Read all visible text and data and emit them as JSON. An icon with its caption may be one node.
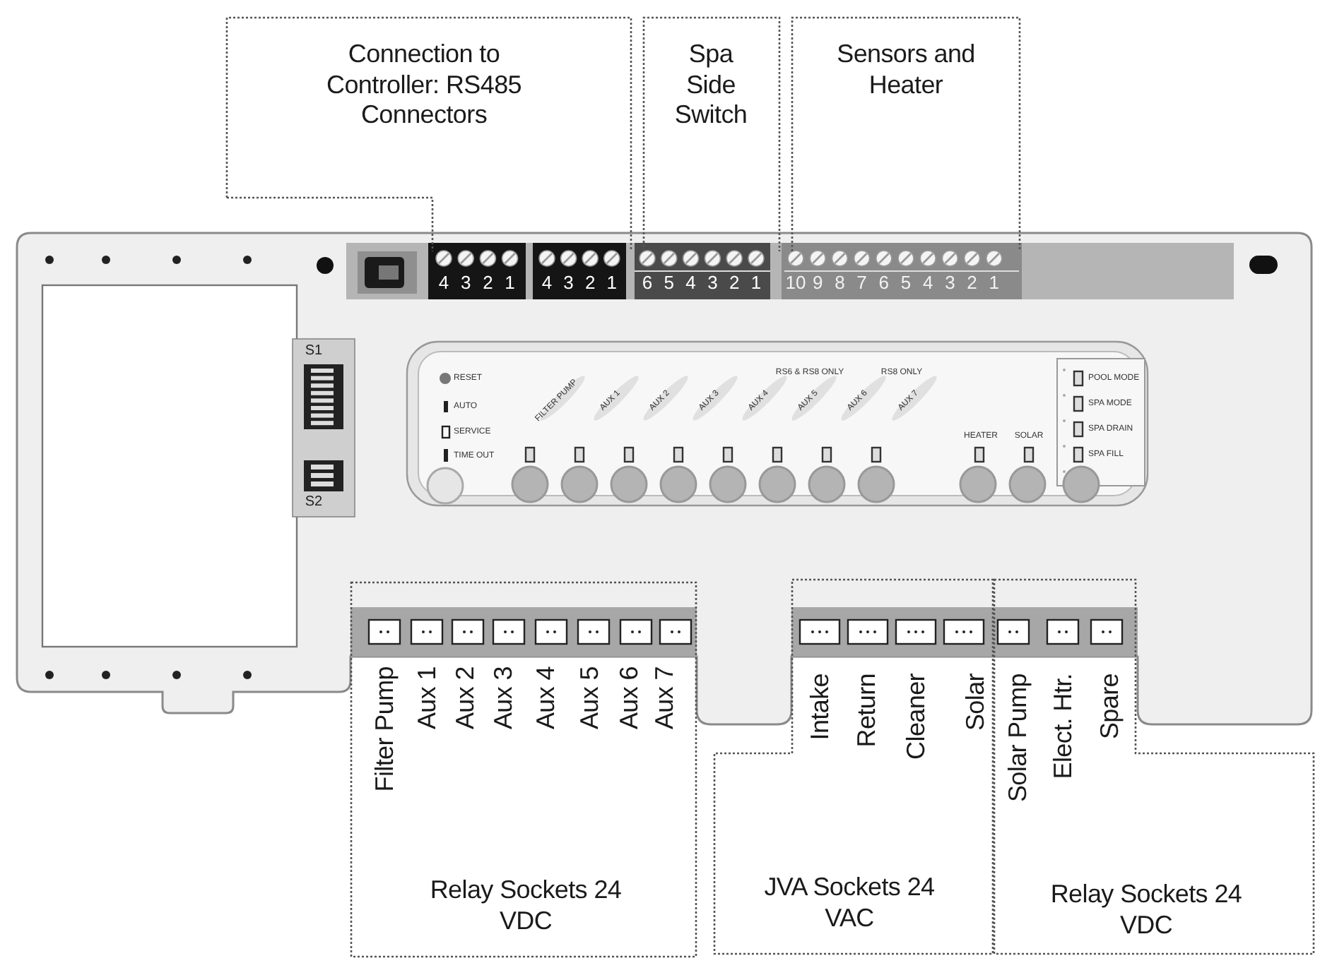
{
  "diagram": {
    "nodes": [
      {
        "text": [
          "Connection to Controller: RS485 Connectors"
        ]
      },
      {
        "text": [
          "Spa Side Switch"
        ]
      },
      {
        "text": [
          "Sensors and Heater"
        ]
      },
      {
        "text": [
          "Filter Pump",
          "Aux 1",
          "Aux 2",
          "Aux 3",
          "Aux 4",
          "Aux 5",
          "Aux 6",
          "Aux 7",
          "Relay Sockets 24 VDC"
        ]
      },
      {
        "text": [
          "Intake",
          "Return",
          "Cleaner",
          "Solar",
          "JVA Sockets 24 VAC"
        ]
      },
      {
        "text": [
          "Solar Pump",
          "Elect. Htr.",
          "Spare",
          "Relay Sockets 24 VDC"
        ]
      }
    ],
    "labels": [
      "4",
      "3",
      "2",
      "1",
      "4",
      "3",
      "2",
      "1",
      "6",
      "5",
      "4",
      "3",
      "2",
      "1",
      "10",
      "9",
      "8",
      "7",
      "6",
      "5",
      "4",
      "3",
      "2",
      "1",
      "S1",
      "RESET",
      "RS6 & RS8 ONLY",
      "RS8 ONLY",
      "POOL MODE",
      "AUTO",
      "FILTER PUMP",
      "AUX 1",
      "AUX 2",
      "AUX 3",
      "AUX 4",
      "AUX 5",
      "AUX 6",
      "AUX 7",
      "SPA MODE",
      "SERVICE",
      "SPA DRAIN",
      "HEATER",
      "SOLAR",
      "TIME OUT",
      "SPA FILL",
      "S2"
    ]
  }
}
